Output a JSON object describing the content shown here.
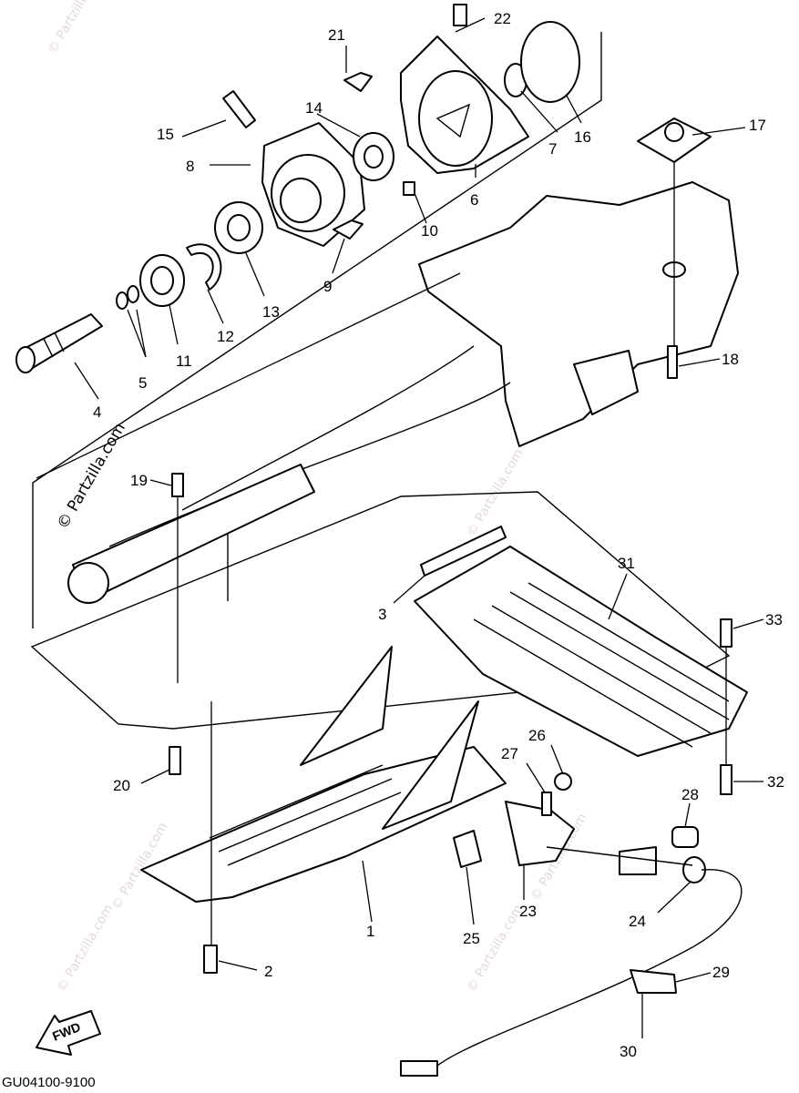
{
  "diagram": {
    "watermark": "© Partzilla.com",
    "drawing_code": "GU04100-9100",
    "fwd_label": "FWD",
    "callouts": [
      "1",
      "2",
      "3",
      "4",
      "5",
      "6",
      "7",
      "8",
      "9",
      "10",
      "11",
      "12",
      "13",
      "14",
      "15",
      "16",
      "17",
      "18",
      "19",
      "20",
      "21",
      "22",
      "23",
      "24",
      "25",
      "26",
      "27",
      "28",
      "29",
      "30",
      "31",
      "32",
      "33"
    ]
  }
}
